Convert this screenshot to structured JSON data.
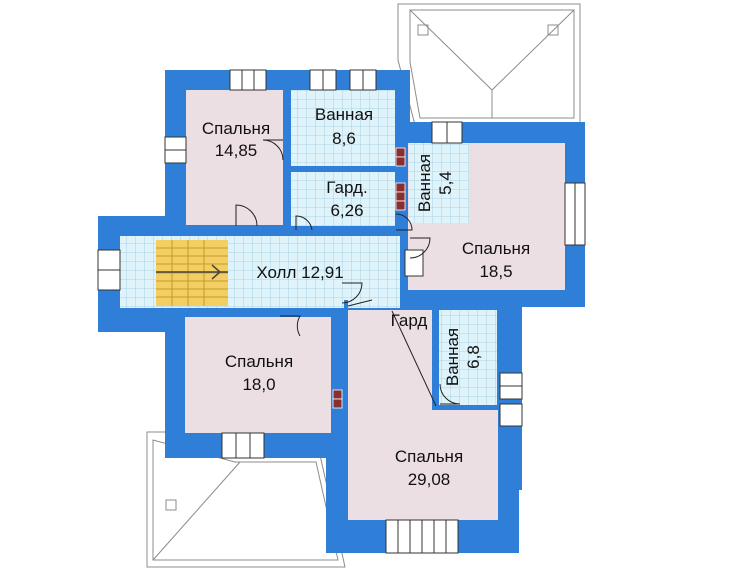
{
  "colors": {
    "wall": "#2f7fd8",
    "bedroom_floor": "#ecdfe3",
    "tile": "#dff3fb",
    "stairs": "#f3cf63",
    "roof_line": "#8c8c8c",
    "chimney": "#8a2f2f",
    "window_fill": "#ffffff"
  },
  "rooms": {
    "bedroom_nw": {
      "name": "Спальня",
      "area": "14,85"
    },
    "bath_n": {
      "name": "Ванная",
      "area": "8,6"
    },
    "wardrobe_n": {
      "name": "Гард.",
      "area": "6,26"
    },
    "bath_mid": {
      "name": "Ванная",
      "area": "5,4"
    },
    "bedroom_e": {
      "name": "Спальня",
      "area": "18,5"
    },
    "hall": {
      "label": "Холл 12,91"
    },
    "bedroom_sw": {
      "name": "Спальня",
      "area": "18,0"
    },
    "wardrobe_s": {
      "name": "Гард"
    },
    "bath_se": {
      "name": "Ванная",
      "area": "6,8"
    },
    "bedroom_se": {
      "name": "Спальня",
      "area": "29,08"
    }
  }
}
